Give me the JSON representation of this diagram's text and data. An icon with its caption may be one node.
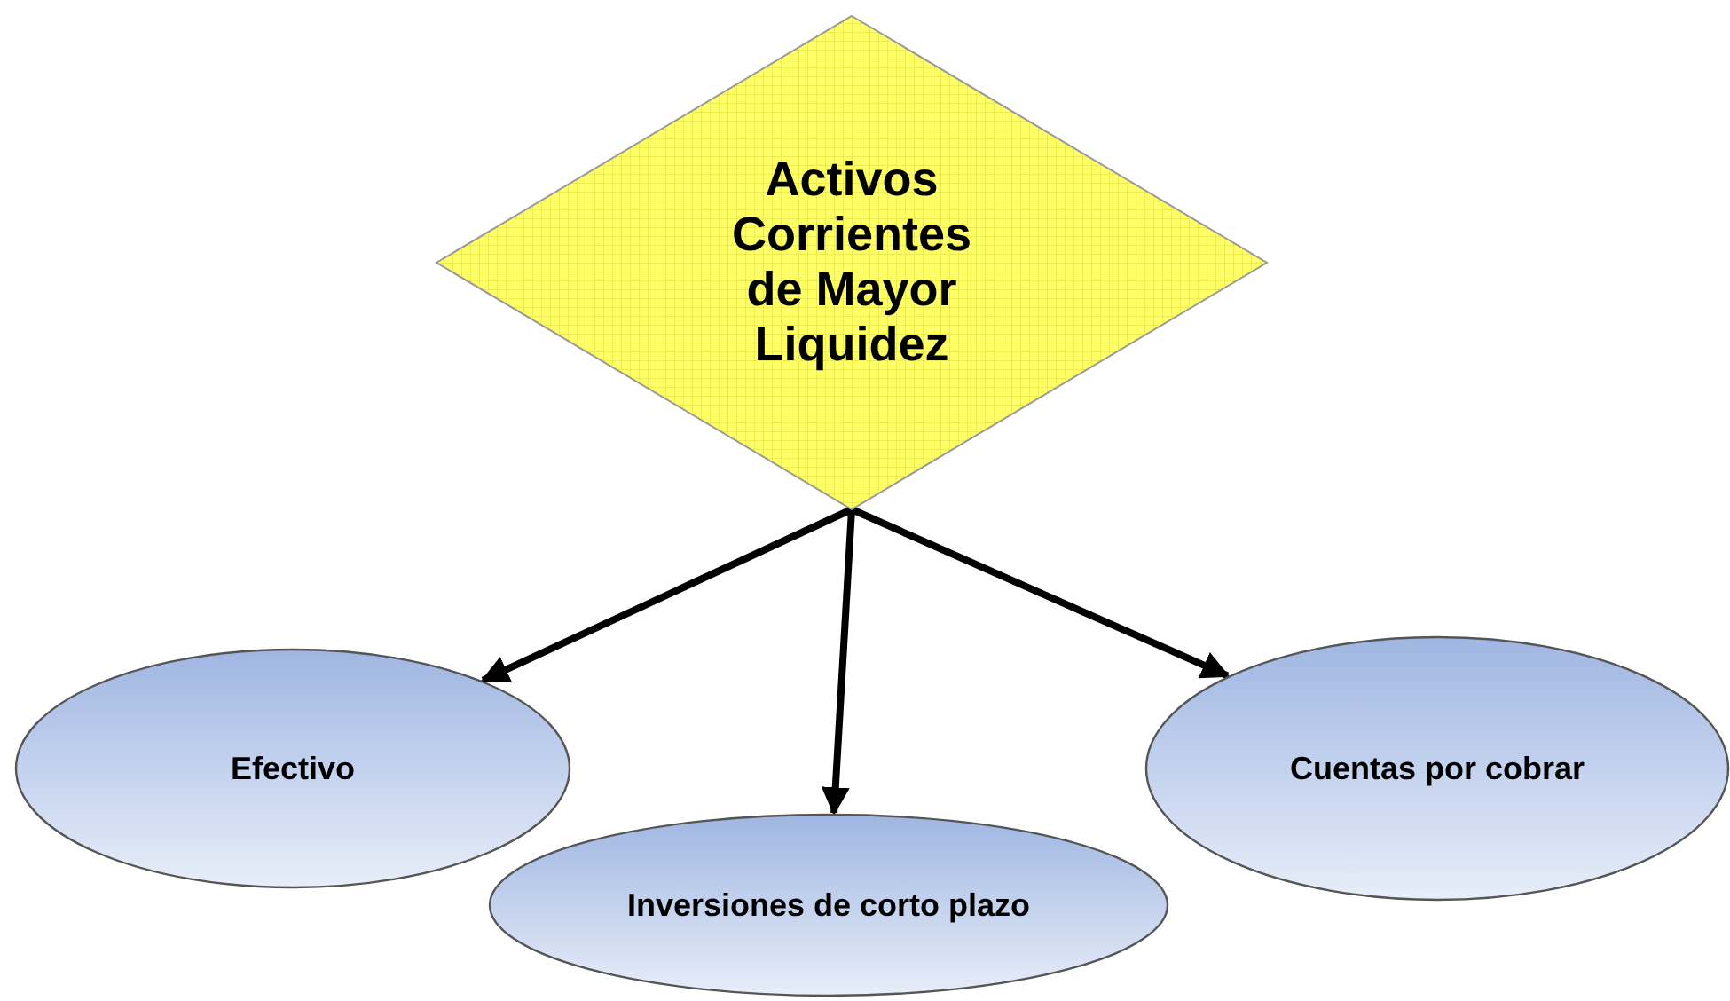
{
  "diagram": {
    "nodes": [
      {
        "text": [
          "Activos Corrientes de Mayor Liquidez"
        ]
      },
      {
        "text": [
          "Efectivo"
        ]
      },
      {
        "text": [
          "Inversiones de corto plazo"
        ]
      },
      {
        "text": [
          "Cuentas por cobrar"
        ]
      }
    ],
    "edges": [
      {
        "from": 0,
        "to": 1,
        "arrow": "to"
      },
      {
        "from": 0,
        "to": 2,
        "arrow": "to"
      },
      {
        "from": 0,
        "to": 3,
        "arrow": "to"
      }
    ]
  }
}
